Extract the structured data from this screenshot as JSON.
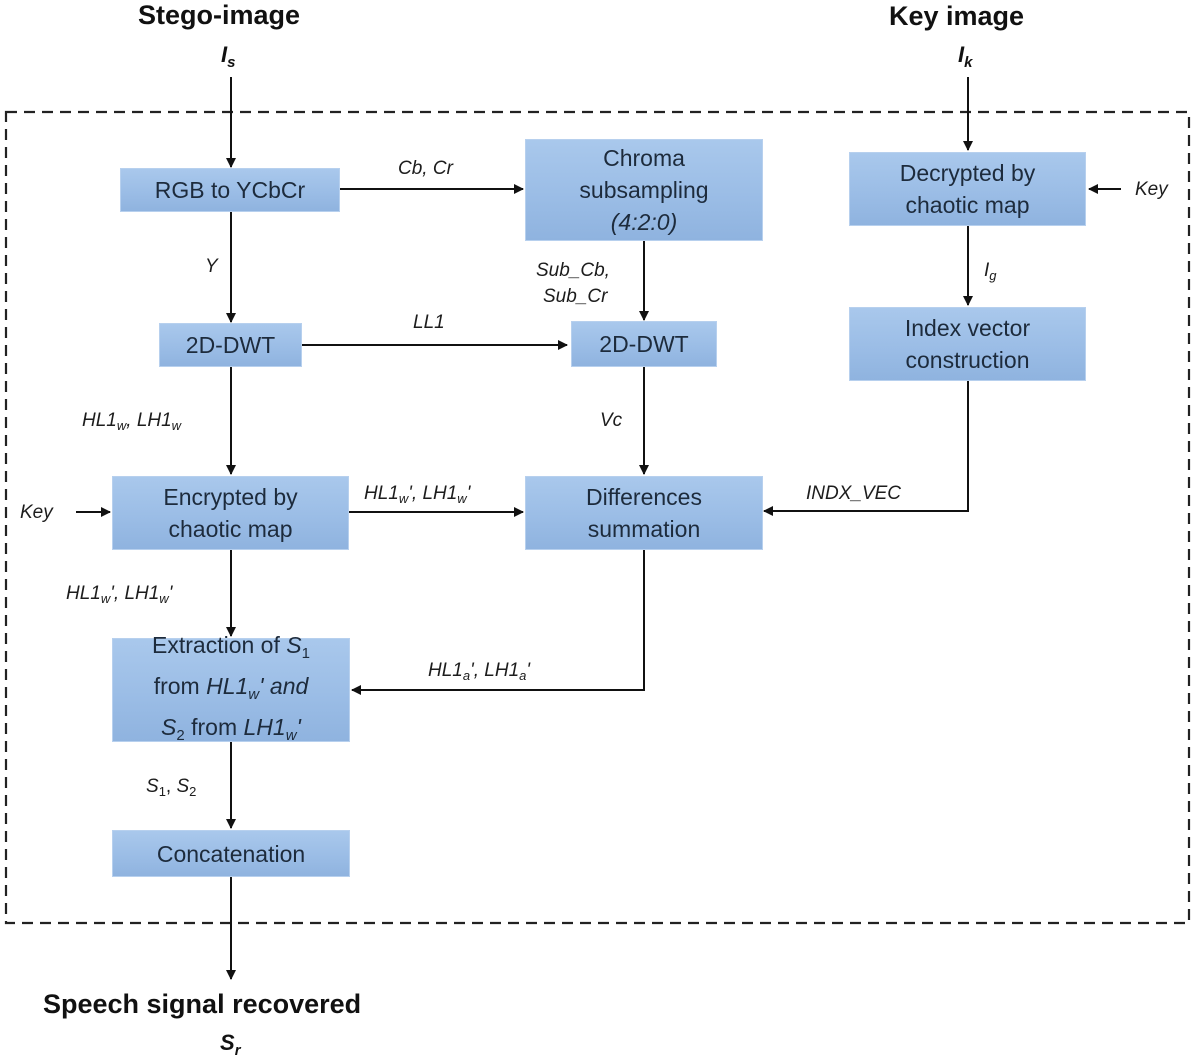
{
  "diagram": {
    "inputs": {
      "stego_title": "Stego-image",
      "stego_symbol": "I",
      "stego_symbol_sub": "s",
      "key_title": "Key image",
      "key_symbol": "I",
      "key_symbol_sub": "k"
    },
    "output": {
      "title": "Speech signal recovered",
      "symbol": "S",
      "symbol_sub": "r"
    },
    "boxes": {
      "rgb_to_ycbcr": "RGB to YCbCr",
      "chroma": [
        "Chroma",
        "subsampling",
        "(4:2:0)"
      ],
      "dwt_left": "2D-DWT",
      "dwt_right": "2D-DWT",
      "decrypted": [
        "Decrypted by",
        "chaotic map"
      ],
      "index_vector": [
        "Index vector",
        "construction"
      ],
      "encrypted": [
        "Encrypted by",
        "chaotic map"
      ],
      "differences": [
        "Differences",
        "summation"
      ],
      "extraction": {
        "line1_text": "Extraction of ",
        "line1_var": "S",
        "line1_sub": "1",
        "line2_text": "from ",
        "line2_var": "HL1",
        "line2_sub": "w",
        "line2_tail": "' and",
        "line3_var": "S",
        "line3_sub": "2",
        "line3_text": " from ",
        "line3_var2": "LH1",
        "line3_sub2": "w",
        "line3_tail": "'"
      },
      "concatenation": "Concatenation"
    },
    "edges": {
      "cb_cr": "Cb, Cr",
      "y": "Y",
      "sub_cb": "Sub_Cb,",
      "sub_cr": "Sub_Cr",
      "ll1": "LL1",
      "ig": "I",
      "ig_sub": "g",
      "hl1w_lh1w": {
        "a": "HL1",
        "a_sub": "w",
        "sep": ", ",
        "b": "LH1",
        "b_sub": "w"
      },
      "vc": "Vc",
      "key_left": "Key",
      "key_right": "Key",
      "hl1w_prime_right": {
        "a": "HL1",
        "a_sub": "w",
        "sep": "', ",
        "b": "LH1",
        "b_sub": "w",
        "tail": "'"
      },
      "indx_vec": "INDX_VEC",
      "hl1w_prime_down": {
        "a": "HL1",
        "a_sub": "w",
        "sep": "', ",
        "b": "LH1",
        "b_sub": "w",
        "tail": "'"
      },
      "hl1a_prime": {
        "a": "HL1",
        "a_sub": "a",
        "sep": "', ",
        "b": "LH1",
        "b_sub": "a",
        "tail": "'"
      },
      "s1_s2": {
        "a": "S",
        "a_sub": "1",
        "sep": ", ",
        "b": "S",
        "b_sub": "2"
      }
    },
    "colors": {
      "box_fill": "#9bbde6",
      "box_text": "#1d2b3c",
      "line": "#111111"
    }
  }
}
